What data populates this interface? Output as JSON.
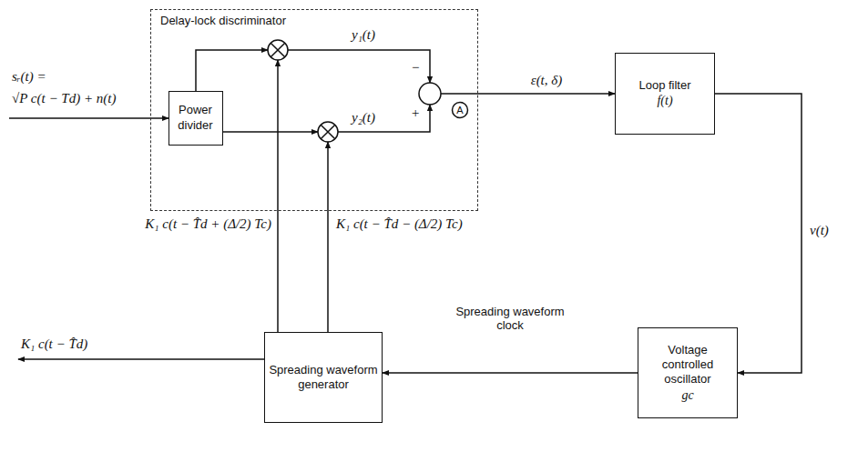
{
  "diagram": {
    "nodes": [
      {
        "text": [
          "Delay-lock discriminator"
        ]
      },
      {
        "text": [
          "Power divider"
        ],
        "in": 0
      },
      {
        "text": [
          "Loop filter",
          "f(t)"
        ]
      },
      {
        "text": [
          "Voltage controlled oscillator",
          "gc"
        ]
      },
      {
        "text": [
          "Spreading waveform generator"
        ]
      }
    ],
    "edges": [
      {
        "from": 0,
        "to": 2,
        "arrow": "to",
        "label": "ε(t, δ)"
      },
      {
        "from": 2,
        "to": 3,
        "arrow": "to",
        "label": "v(t)"
      },
      {
        "from": 3,
        "to": 4,
        "arrow": "to",
        "label": "Spreading waveform clock"
      }
    ],
    "labels": [
      "sᵣ(t) =",
      "√P c(t − Td) + n(t)",
      "y₁(t)",
      "y₂(t)",
      "−",
      "+",
      "A",
      "K₁ c(t − T̂d + (Δ/2) Tc)",
      "K₁ c(t − T̂d − (Δ/2) Tc)",
      "K₁ c(t − T̂d)"
    ]
  }
}
